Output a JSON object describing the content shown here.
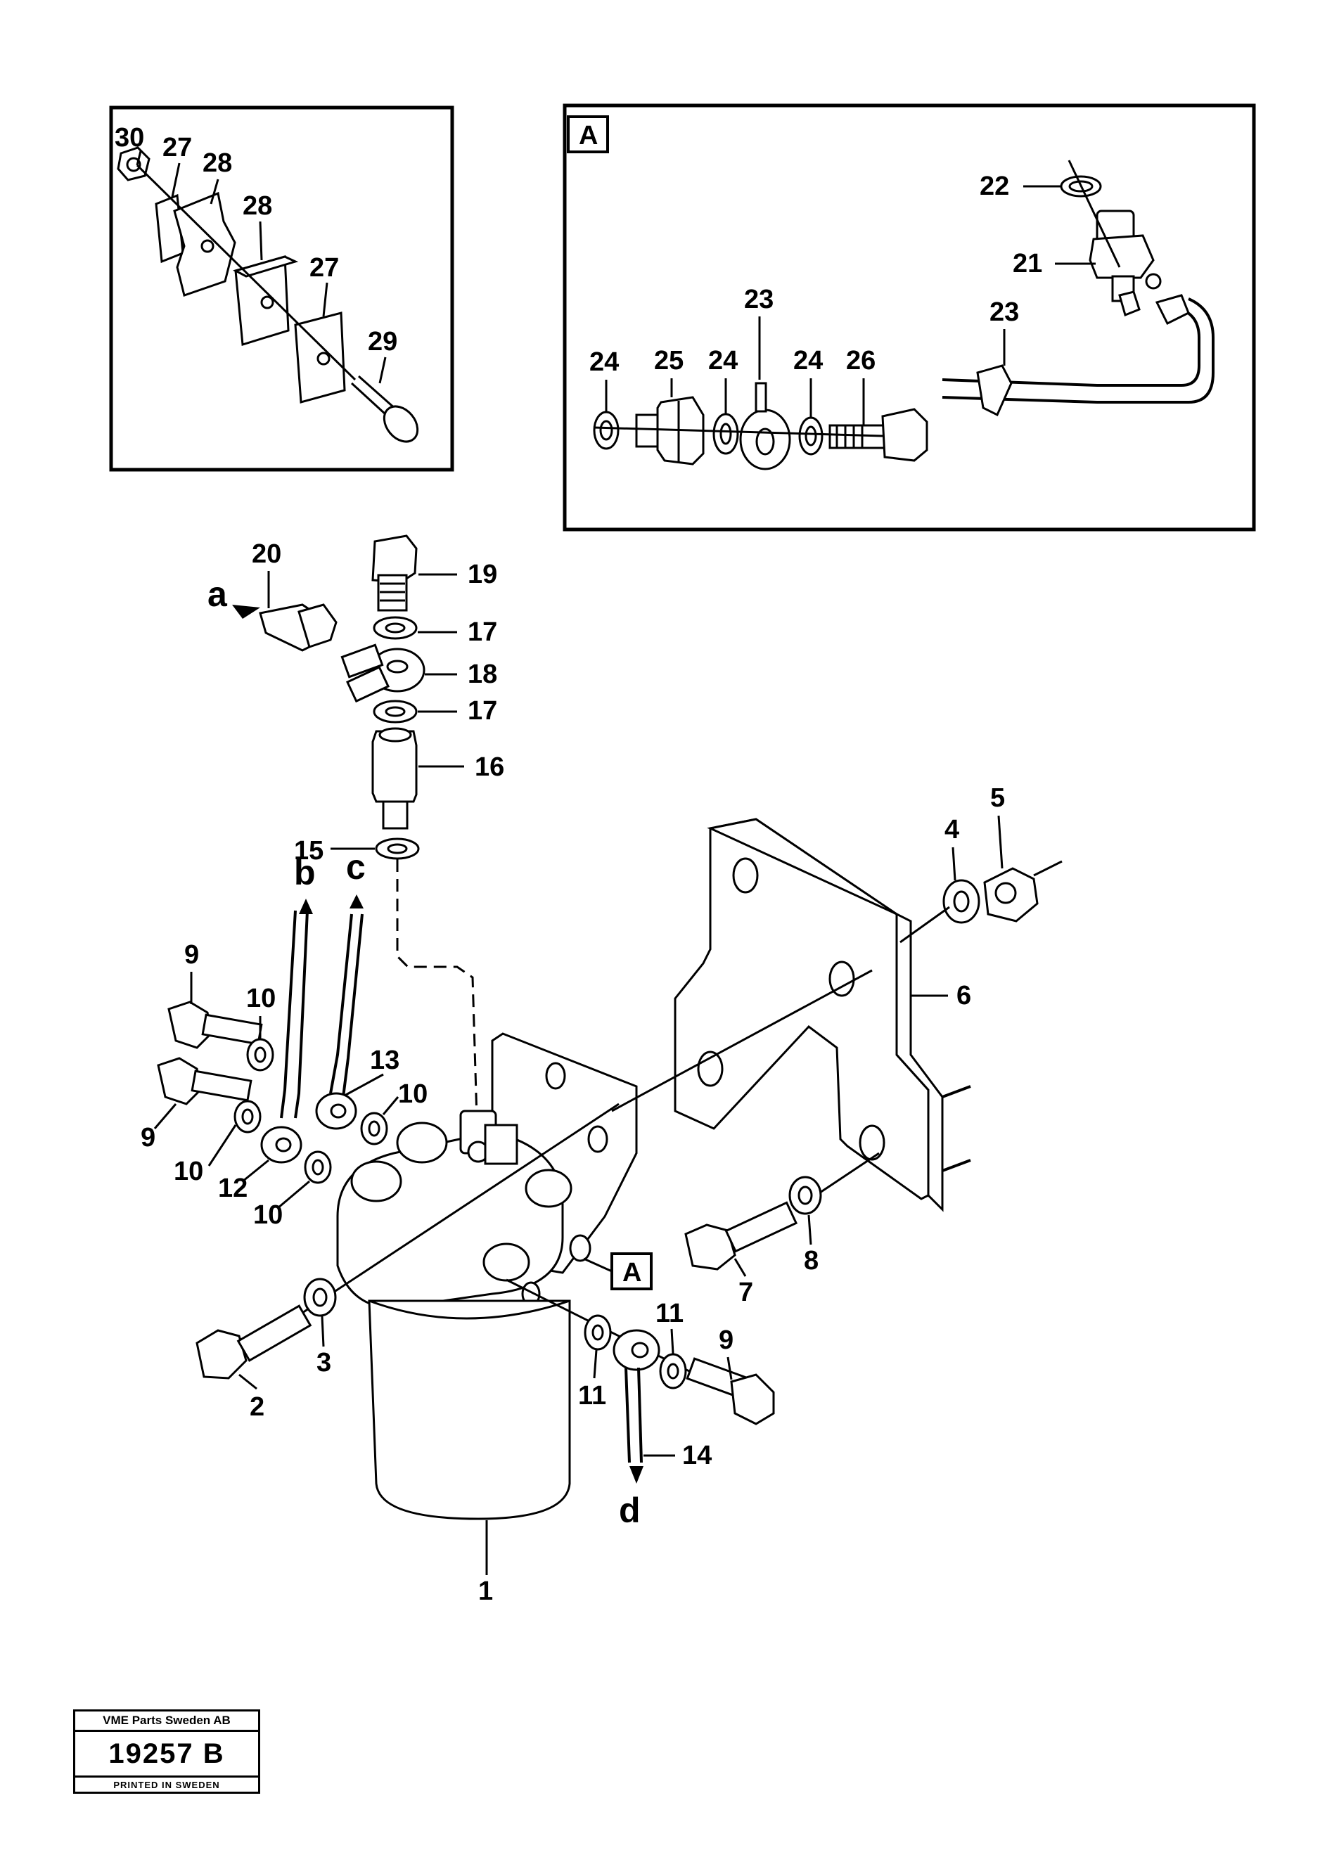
{
  "diagram": {
    "detail_box_letter": "A",
    "callout_letter": "A",
    "part_numbers": {
      "p1": "1",
      "p2": "2",
      "p3": "3",
      "p4": "4",
      "p5": "5",
      "p6": "6",
      "p7": "7",
      "p8": "8",
      "p9a": "9",
      "p9b": "9",
      "p9c": "9",
      "p10a": "10",
      "p10b": "10",
      "p10c": "10",
      "p10d": "10",
      "p11a": "11",
      "p11b": "11",
      "p12": "12",
      "p13": "13",
      "p14": "14",
      "p15": "15",
      "p16": "16",
      "p17a": "17",
      "p17b": "17",
      "p18": "18",
      "p19": "19",
      "p20": "20",
      "p21": "21",
      "p22": "22",
      "p23a": "23",
      "p23b": "23",
      "p24a": "24",
      "p24b": "24",
      "p24c": "24",
      "p25": "25",
      "p26": "26",
      "p27a": "27",
      "p27b": "27",
      "p28a": "28",
      "p28b": "28",
      "p29": "29",
      "p30": "30"
    },
    "flow_letters": {
      "a": "a",
      "b": "b",
      "c": "c",
      "d": "d"
    }
  },
  "stamp": {
    "company": "VME Parts Sweden AB",
    "drawing_number": "19257 B",
    "printed": "PRINTED IN SWEDEN"
  }
}
